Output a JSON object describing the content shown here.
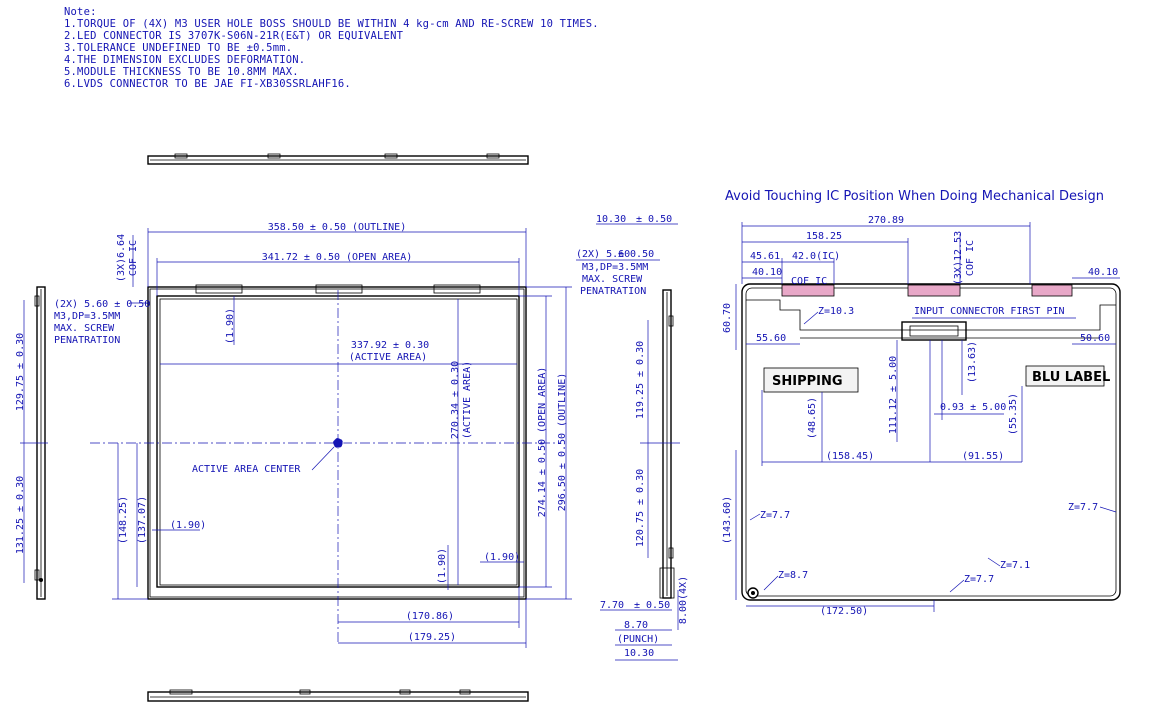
{
  "notes": {
    "heading": "Note:",
    "items": [
      "1.TORQUE OF (4X) M3 USER HOLE BOSS SHOULD BE WITHIN 4 kg-cm AND RE-SCREW 10 TIMES.",
      "2.LED CONNECTOR IS 3707K-S06N-21R(E&T) OR EQUIVALENT",
      "3.TOLERANCE UNDEFINED TO BE ±0.5mm.",
      "4.THE DIMENSION EXCLUDES DEFORMATION.",
      "5.MODULE THICKNESS TO BE 10.8MM MAX.",
      "6.LVDS CONNECTOR TO BE JAE FI-XB30SSRLAHF16."
    ]
  },
  "front": {
    "outline_w": "358.50 ± 0.50 (OUTLINE)",
    "open_w": "341.72 ± 0.50 (OPEN AREA)",
    "active_w": "337.92 ± 0.30",
    "active_w_label": "(ACTIVE AREA)",
    "active_h": "270.34 ± 0.30",
    "active_h_label": "(ACTIVE AREA)",
    "open_h": "274.14 ± 0.50 (OPEN AREA)",
    "outline_h": "296.50 ± 0.50 (OUTLINE)",
    "cof": "(3X)6.64",
    "cof_label": "COF IC",
    "hole": "(2X) 5.60 ± 0.50",
    "m3": "M3,DP=3.5MM",
    "screw": "MAX. SCREW",
    "pen": "PENATRATION",
    "d190a": "(1.90)",
    "d190b": "(1.90)",
    "d190c": "(1.90)",
    "d190d": "(1.90)",
    "center": "ACTIVE AREA CENTER",
    "h148": "(148.25)",
    "h137": "(137.07)",
    "w170": "(170.86)",
    "w179": "(179.25)",
    "left_top": "129.75 ± 0.30",
    "left_bot": "131.25 ± 0.30"
  },
  "side": {
    "t1030": "10.30",
    "t050": "± 0.50",
    "hole": "(2X) 5.60",
    "hole_tol": "± 0.50",
    "m3": "M3,DP=3.5MM",
    "screw": "MAX. SCREW",
    "pen": "PENATRATION",
    "d119": "119.25 ± 0.30",
    "d120": "120.75 ± 0.30",
    "d770": "7.70",
    "d770t": "± 0.50",
    "d870": "8.70",
    "punch": "(PUNCH)",
    "d1030b": "10.30",
    "d800": "8.00(4X)"
  },
  "back": {
    "title": "Avoid Touching IC Position When Doing Mechanical Design",
    "w270": "270.89",
    "w158": "158.25",
    "w4561": "45.61",
    "w420": "42.0(IC)",
    "w4010a": "40.10",
    "w4010b": "40.10",
    "cof": "COF IC",
    "cof3x": "(3X)12.53",
    "cof3x_label": "COF IC",
    "h6070": "60.70",
    "z103": "Z=10.3",
    "input": "INPUT CONNECTOR FIRST PIN",
    "w5560": "55.60",
    "w5060": "50.60",
    "shipping": "SHIPPING",
    "blu": "BLU LABEL",
    "h1112": "111.12 ± 5.00",
    "h1363": "(13.63)",
    "h4865": "(48.65)",
    "h093": "0.93 ± 5.00",
    "h5535": "(55.35)",
    "w15845": "(158.45)",
    "w9155": "(91.55)",
    "h14360": "(143.60)",
    "z77a": "Z=7.7",
    "z77b": "Z=7.7",
    "z71": "Z=7.1",
    "z87": "Z=8.7",
    "z77c": "Z=7.7",
    "w17250": "(172.50)"
  }
}
